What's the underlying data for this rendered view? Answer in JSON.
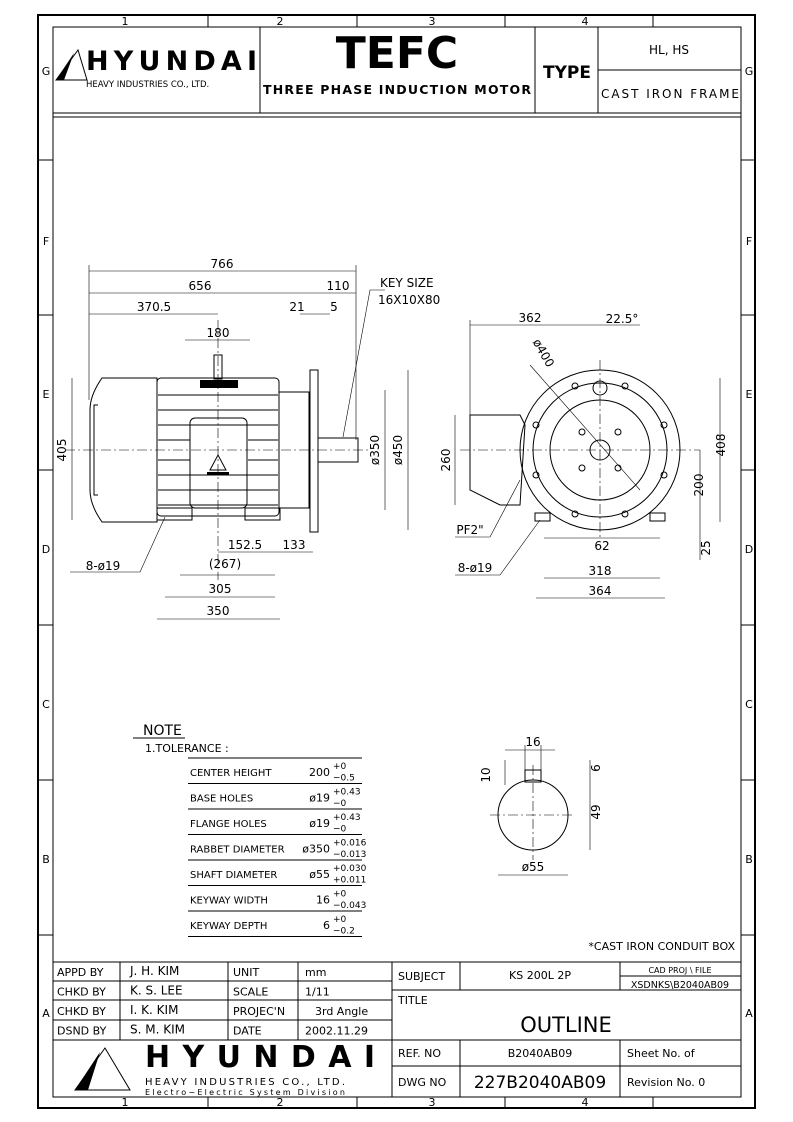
{
  "zones": {
    "columns": [
      "1",
      "2",
      "3",
      "4"
    ],
    "rows": [
      "G",
      "F",
      "E",
      "D",
      "C",
      "B",
      "A"
    ]
  },
  "header": {
    "logo_text": "HYUNDAI",
    "logo_sub": "HEAVY INDUSTRIES CO., LTD.",
    "title": "TEFC",
    "subtitle": "THREE PHASE INDUCTION MOTOR",
    "type_label": "TYPE",
    "type_value": "HL, HS",
    "frame": "CAST IRON FRAME"
  },
  "side_view": {
    "dims": [
      "766",
      "656",
      "110",
      "370.5",
      "21",
      "5",
      "180",
      "405",
      "ø350",
      "ø450",
      "152.5",
      "133",
      "(267)",
      "305",
      "350",
      "8-ø19"
    ],
    "key_size_label": "KEY SIZE",
    "key_size_value": "16X10X80",
    "nameplate_text": "HYUNDAI"
  },
  "front_view": {
    "dims": [
      "362",
      "22.5°",
      "ø400",
      "260",
      "408",
      "200",
      "PF2\"",
      "62",
      "25",
      "8-ø19",
      "318",
      "364"
    ]
  },
  "shaft_section": {
    "dims": [
      "16",
      "6",
      "10",
      "49",
      "ø55"
    ]
  },
  "note": {
    "title": "NOTE",
    "heading": "1.TOLERANCE :",
    "rows": [
      {
        "label": "CENTER  HEIGHT",
        "value": "200",
        "upper": "+0",
        "lower": "−0.5"
      },
      {
        "label": "BASE  HOLES",
        "value": "ø19",
        "upper": "+0.43",
        "lower": "−0"
      },
      {
        "label": "FLANGE  HOLES",
        "value": "ø19",
        "upper": "+0.43",
        "lower": "−0"
      },
      {
        "label": "RABBET  DIAMETER",
        "value": "ø350",
        "upper": "+0.016",
        "lower": "−0.013"
      },
      {
        "label": "SHAFT  DIAMETER",
        "value": "ø55",
        "upper": "+0.030",
        "lower": "+0.011"
      },
      {
        "label": "KEYWAY  WIDTH",
        "value": "16",
        "upper": "+0",
        "lower": "−0.043"
      },
      {
        "label": "KEYWAY  DEPTH",
        "value": "6",
        "upper": "+0",
        "lower": "−0.2"
      }
    ]
  },
  "conduit_note": "*CAST IRON CONDUIT BOX",
  "title_block": {
    "people": [
      {
        "role": "APPD  BY",
        "name": "J. H. KIM",
        "key": "UNIT",
        "value": "mm"
      },
      {
        "role": "CHKD  BY",
        "name": "K. S. LEE",
        "key": "SCALE",
        "value": "1/11"
      },
      {
        "role": "CHKD  BY",
        "name": "I. K. KIM",
        "key": "PROJEC'N",
        "value": "3rd Angle"
      },
      {
        "role": "DSND  BY",
        "name": "S. M. KIM",
        "key": "DATE",
        "value": "2002.11.29"
      }
    ],
    "logo_text": "HYUNDAI",
    "logo_sub1": "HEAVY  INDUSTRIES  CO.,  LTD.",
    "logo_sub2": "Electro−Electric System Division",
    "subject_label": "SUBJECT",
    "subject_value": "KS 200L 2P",
    "cad_label": "CAD PROJ   \\ FILE",
    "cad_value": "XSDNKS\\B2040AB09",
    "title_label": "TITLE",
    "title_value": "OUTLINE",
    "ref_label": "REF. NO",
    "ref_value": "B2040AB09",
    "sheet_label": "Sheet No.    of",
    "dwg_label": "DWG  NO",
    "dwg_value": "227B2040AB09",
    "revision_label": "Revision No.   0"
  }
}
